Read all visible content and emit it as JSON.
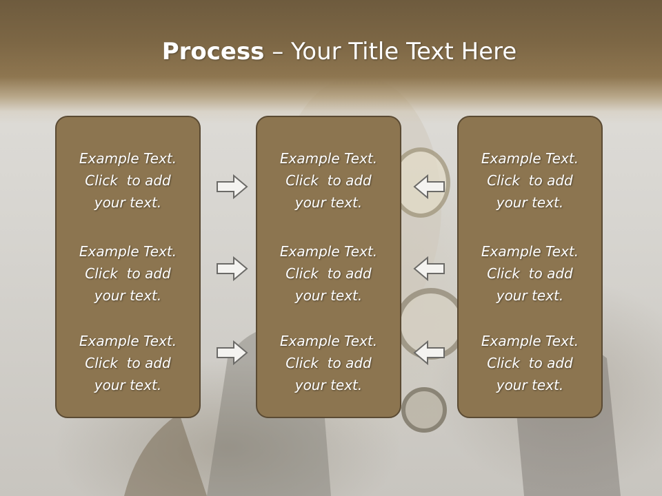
{
  "title": {
    "bold": "Process",
    "rest": " – Your Title Text Here"
  },
  "columns": [
    {
      "items": [
        {
          "line1": "Example Text.",
          "line2": "Click  to add",
          "line3": "your text."
        },
        {
          "line1": "Example Text.",
          "line2": "Click  to add",
          "line3": "your text."
        },
        {
          "line1": "Example Text.",
          "line2": "Click  to add",
          "line3": "your text."
        }
      ]
    },
    {
      "items": [
        {
          "line1": "Example Text.",
          "line2": "Click  to add",
          "line3": "your text."
        },
        {
          "line1": "Example Text.",
          "line2": "Click  to add",
          "line3": "your text."
        },
        {
          "line1": "Example Text.",
          "line2": "Click  to add",
          "line3": "your text."
        }
      ]
    },
    {
      "items": [
        {
          "line1": "Example Text.",
          "line2": "Click  to add",
          "line3": "your text."
        },
        {
          "line1": "Example Text.",
          "line2": "Click  to add",
          "line3": "your text."
        },
        {
          "line1": "Example Text.",
          "line2": "Click  to add",
          "line3": "your text."
        }
      ]
    }
  ],
  "arrows": {
    "left_group": "arrow-right-icon",
    "right_group": "arrow-left-icon"
  },
  "colors": {
    "box_fill": "#8c7550",
    "box_border": "#5a4a33",
    "title_band": "#7d6745",
    "text": "#ffffff"
  }
}
